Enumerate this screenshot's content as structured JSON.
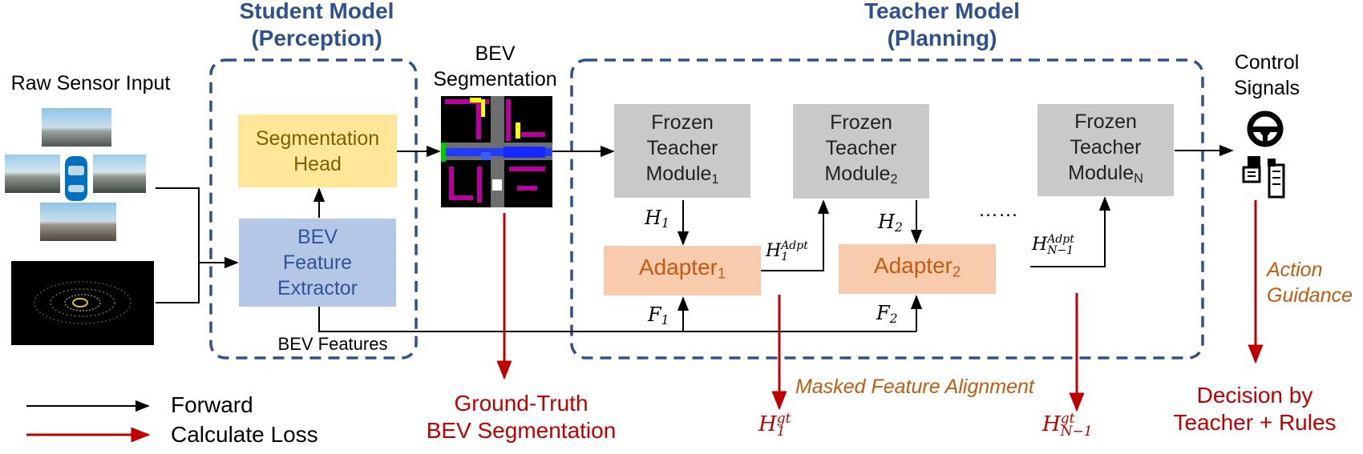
{
  "titles": {
    "student": [
      "Student Model",
      "(Perception)"
    ],
    "teacher": [
      "Teacher Model",
      "(Planning)"
    ]
  },
  "labels": {
    "raw_sensor_input": "Raw Sensor Input",
    "bev_segmentation": [
      "BEV",
      "Segmentation"
    ],
    "control_signals": [
      "Control",
      "Signals"
    ],
    "bev_features": "BEV Features",
    "dots": "……",
    "masked_feature_alignment": "Masked Feature Alignment",
    "action_guidance": [
      "Action",
      "Guidance"
    ]
  },
  "student_blocks": {
    "segmentation_head": [
      "Segmentation",
      "Head"
    ],
    "bev_feature_extractor": [
      "BEV",
      "Feature",
      "Extractor"
    ]
  },
  "teacher_modules": [
    {
      "line1": "Frozen",
      "line2": "Teacher",
      "line3": "Module",
      "sub": "1"
    },
    {
      "line1": "Frozen",
      "line2": "Teacher",
      "line3": "Module",
      "sub": "2"
    },
    {
      "line1": "Frozen",
      "line2": "Teacher",
      "line3": "Module",
      "sub": "N"
    }
  ],
  "adapters": [
    {
      "label": "Adapter",
      "sub": "1"
    },
    {
      "label": "Adapter",
      "sub": "2"
    }
  ],
  "math": {
    "h1": {
      "base": "H",
      "sub": "1"
    },
    "h2": {
      "base": "H",
      "sub": "2"
    },
    "f1": {
      "base": "F",
      "sub": "1"
    },
    "f2": {
      "base": "F",
      "sub": "2"
    },
    "h1_adpt": {
      "base": "H",
      "sub": "1",
      "sup": "Adpt"
    },
    "hn1_adpt": {
      "base": "H",
      "sub": "N−1",
      "sup": "Adpt"
    },
    "h1_gt": {
      "base": "H",
      "sub": "1",
      "sup": "gt"
    },
    "hn1_gt": {
      "base": "H",
      "sub": "N−1",
      "sup": "gt"
    }
  },
  "outputs": {
    "ground_truth": [
      "Ground-Truth",
      "BEV Segmentation"
    ],
    "decision": [
      "Decision by",
      "Teacher + Rules"
    ]
  },
  "legend": {
    "forward": "Forward",
    "loss": "Calculate Loss"
  },
  "colors": {
    "title_blue": "#2f528f",
    "dashed_border": "#2f528f",
    "loss_red": "#c00000",
    "orange_text": "#c55a11"
  }
}
